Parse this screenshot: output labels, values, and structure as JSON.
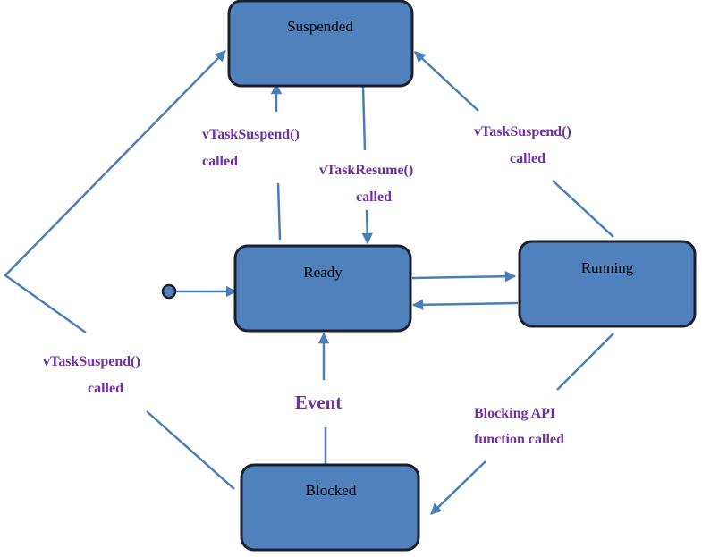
{
  "states": {
    "suspended": "Suspended",
    "ready": "Ready",
    "running": "Running",
    "blocked": "Blocked"
  },
  "transitions": {
    "ready_to_suspended": [
      "vTaskSuspend()",
      "called"
    ],
    "suspended_to_ready": [
      "vTaskResume()",
      "called"
    ],
    "running_to_suspended": [
      "vTaskSuspend()",
      "called"
    ],
    "blocked_to_suspended": [
      "vTaskSuspend()",
      "called"
    ],
    "blocked_to_ready": [
      "Event"
    ],
    "running_to_blocked": [
      "Blocking API",
      "function called"
    ]
  },
  "colors": {
    "state_fill": "#4f81bd",
    "state_border": "#1c1f2e",
    "arrow": "#4a7ebb",
    "label": "#7030a0"
  }
}
